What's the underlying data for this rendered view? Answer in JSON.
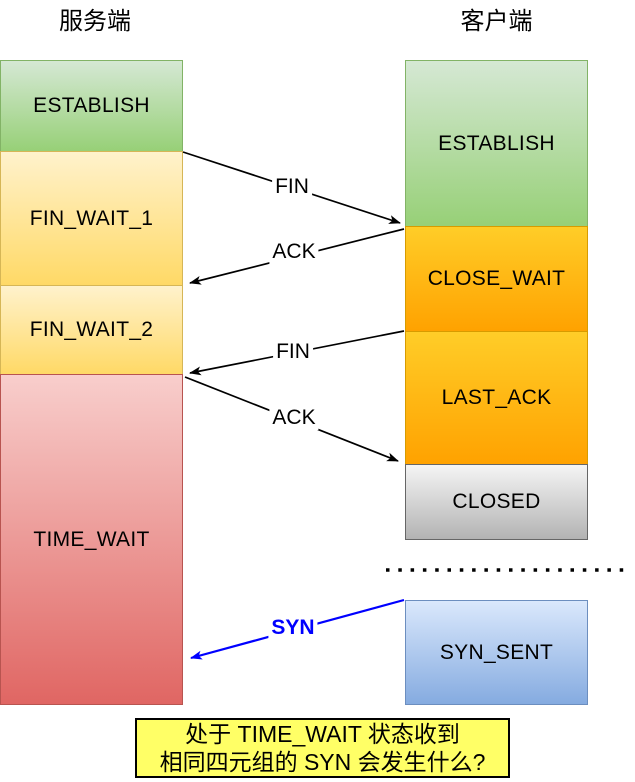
{
  "titles": {
    "server": "服务端",
    "client": "客户端"
  },
  "server_states": [
    {
      "label": "ESTABLISH",
      "color": "green"
    },
    {
      "label": "FIN_WAIT_1",
      "color": "yellow"
    },
    {
      "label": "FIN_WAIT_2",
      "color": "yellow"
    },
    {
      "label": "TIME_WAIT",
      "color": "red"
    }
  ],
  "client_states": [
    {
      "label": "ESTABLISH",
      "color": "green"
    },
    {
      "label": "CLOSE_WAIT",
      "color": "orange"
    },
    {
      "label": "LAST_ACK",
      "color": "orange"
    },
    {
      "label": "CLOSED",
      "color": "gray"
    },
    {
      "label": "SYN_SENT",
      "color": "blue"
    }
  ],
  "messages": [
    {
      "label": "FIN",
      "from": "server ESTABLISH/FIN_WAIT_1",
      "to": "client ESTABLISH/CLOSE_WAIT",
      "color": "#000000"
    },
    {
      "label": "ACK",
      "from": "client CLOSE_WAIT",
      "to": "server FIN_WAIT_1/FIN_WAIT_2",
      "color": "#000000"
    },
    {
      "label": "FIN",
      "from": "client CLOSE_WAIT/LAST_ACK",
      "to": "server FIN_WAIT_2/TIME_WAIT",
      "color": "#000000"
    },
    {
      "label": "ACK",
      "from": "server TIME_WAIT",
      "to": "client LAST_ACK/CLOSED",
      "color": "#000000"
    },
    {
      "label": "SYN",
      "from": "client SYN_SENT",
      "to": "server TIME_WAIT",
      "color": "#0000ff"
    }
  ],
  "note": {
    "line1": "处于 TIME_WAIT 状态收到",
    "line2": "相同四元组的 SYN 会发生什么?"
  },
  "colors": {
    "green_top": "#d5e8d4",
    "green_bottom": "#97d077",
    "green_border": "#82b366",
    "yellow_top": "#fff2cc",
    "yellow_bottom": "#ffd966",
    "yellow_border": "#d6b656",
    "orange_top": "#ffcd28",
    "orange_bottom": "#ffa200",
    "orange_border": "#d79b00",
    "gray_top": "#f5f5f5",
    "gray_bottom": "#b3b3b3",
    "gray_border": "#666666",
    "red_top": "#f8cecc",
    "red_bottom": "#e06663",
    "red_border": "#b85450",
    "blue_top": "#dae8fc",
    "blue_bottom": "#85abe0",
    "blue_border": "#6c8ebf",
    "note_bg": "#ffff66",
    "syn_accent": "#0000ff"
  }
}
